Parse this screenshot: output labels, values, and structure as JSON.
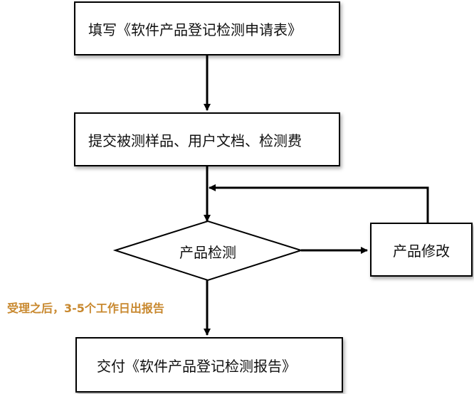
{
  "steps": {
    "fill_form": "填写《软件产品登记检测申请表》",
    "submit": "提交被测样品、用户文档、检测费",
    "inspect": "产品检测",
    "modify": "产品修改",
    "deliver": "交付《软件产品登记检测报告》"
  },
  "note": "受理之后，3-5个工作日出报告",
  "colors": {
    "line": "#000000",
    "note": "#c8882e"
  }
}
